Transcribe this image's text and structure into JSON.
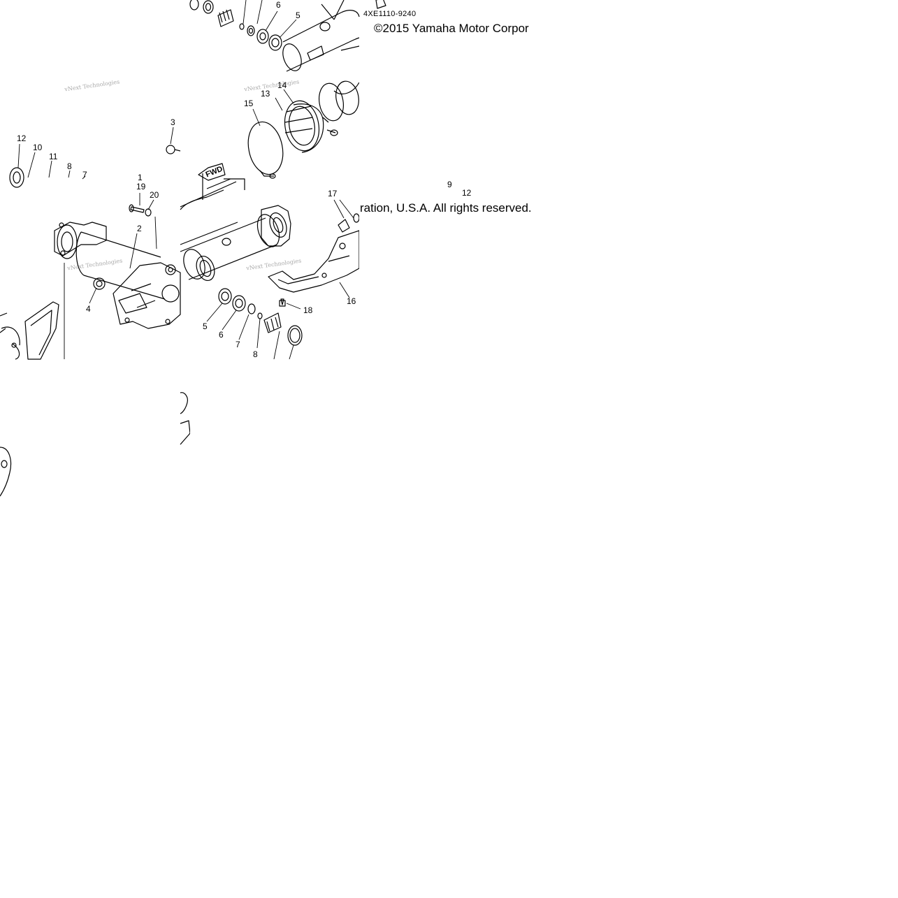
{
  "diagram": {
    "part_code": "4XE1110-9240",
    "copyright_line1": "©2015 Yamaha Motor Corpor",
    "copyright_line2": "ration, U.S.A. All rights reserved.",
    "watermark": "vNext Technologies",
    "direction_label": "FWD",
    "callouts": {
      "c1": "1",
      "c2": "2",
      "c3": "3",
      "c4": "4",
      "c5_top": "5",
      "c6_top": "6",
      "c5": "5",
      "c6": "6",
      "c7": "7",
      "c8": "8",
      "c7_left": "7",
      "c8_left": "8",
      "c9": "9",
      "c10": "10",
      "c11": "11",
      "c12_left": "12",
      "c12_right": "12",
      "c13": "13",
      "c14": "14",
      "c15": "15",
      "c16": "16",
      "c17": "17",
      "c18": "18",
      "c19": "19",
      "c20": "20"
    }
  }
}
